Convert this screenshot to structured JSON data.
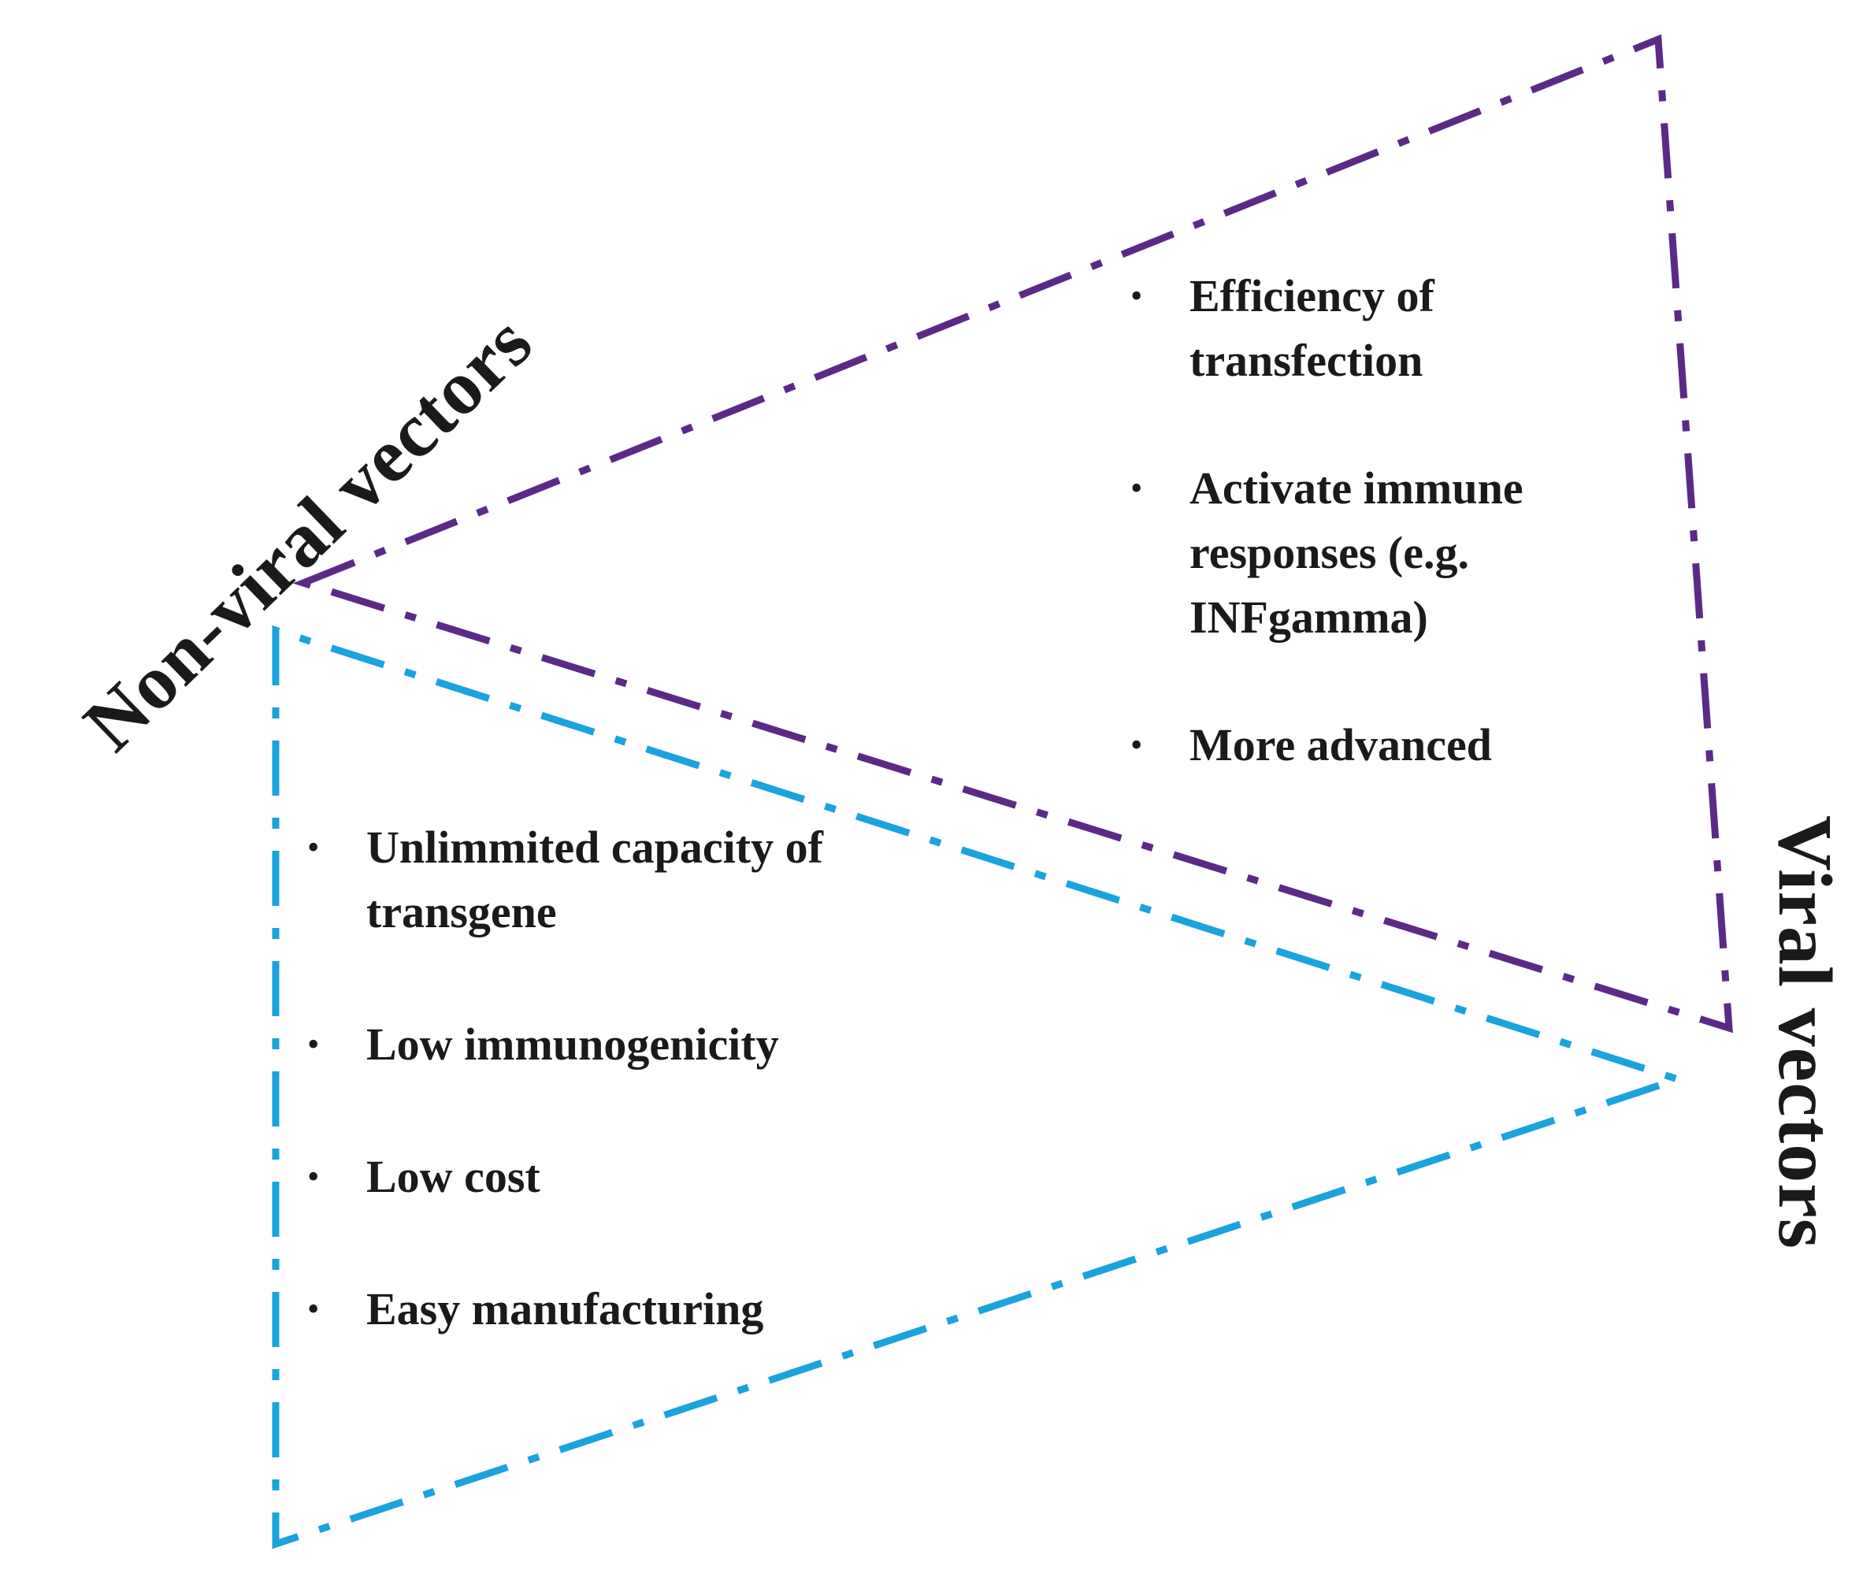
{
  "labels": {
    "non_viral": "Non-viral vectors",
    "viral": "Viral vectors"
  },
  "viral_features": [
    "Efficiency of transfection",
    "Activate immune responses (e.g. INFgamma)",
    "More advanced"
  ],
  "non_viral_features": [
    "Unlimmited capacity of transgene",
    "Low immunogenicity",
    "Low cost",
    "Easy manufacturing"
  ],
  "colors": {
    "viral_triangle": "#5b2a86",
    "non_viral_triangle": "#1ba3dd",
    "text": "#1a1a1a"
  }
}
